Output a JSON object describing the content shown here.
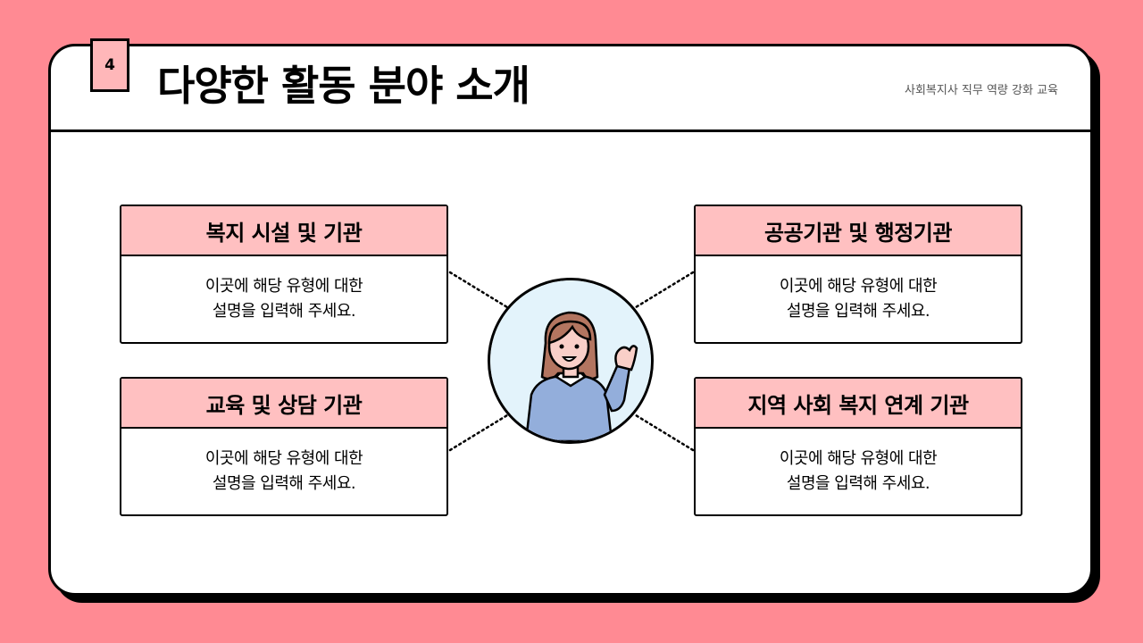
{
  "slide": {
    "page_number": "4",
    "title": "다양한 활동 분야 소개",
    "subtitle": "사회복지사 직무 역량 강화 교육"
  },
  "boxes": [
    {
      "title": "복지 시설 및 기관",
      "line1": "이곳에 해당 유형에 대한",
      "line2": "설명을 입력해 주세요."
    },
    {
      "title": "공공기관 및 행정기관",
      "line1": "이곳에 해당 유형에 대한",
      "line2": "설명을 입력해 주세요."
    },
    {
      "title": "교육 및 상담 기관",
      "line1": "이곳에 해당 유형에 대한",
      "line2": "설명을 입력해 주세요."
    },
    {
      "title": "지역 사회 복지 연계 기관",
      "line1": "이곳에 해당 유형에 대한",
      "line2": "설명을 입력해 주세요."
    }
  ],
  "colors": {
    "background": "#FF8A93",
    "accent": "#FFC0C1",
    "card": "#FFFFFF",
    "outline": "#000000"
  },
  "illustration": {
    "icon": "waving-woman-illustration"
  }
}
